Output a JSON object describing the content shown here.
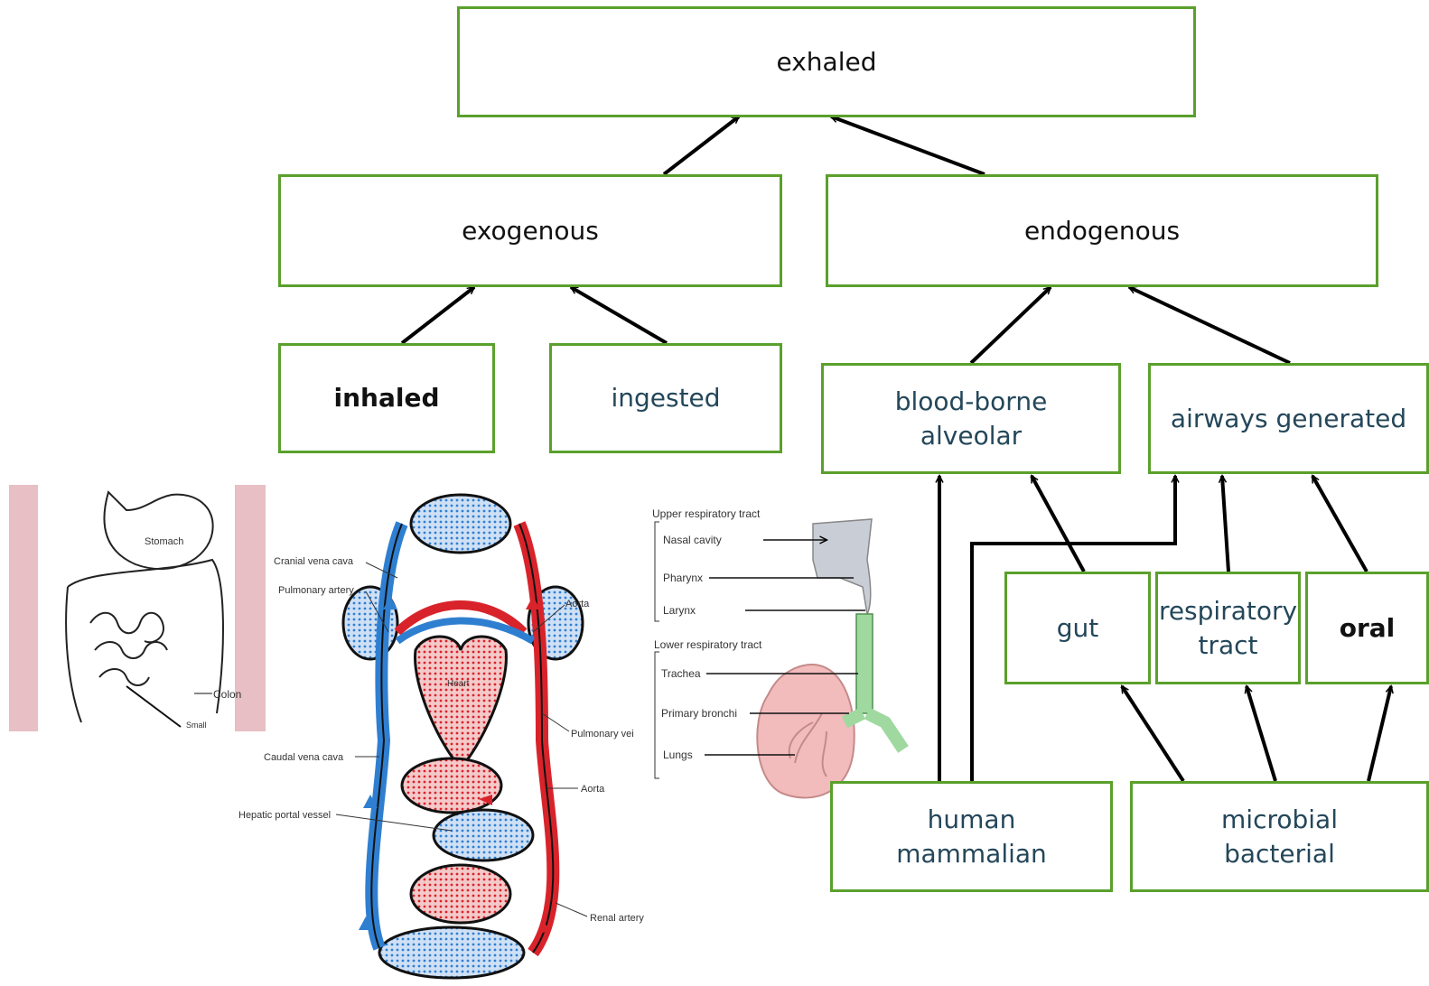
{
  "nodes": {
    "exhaled": "exhaled",
    "exogenous": "exogenous",
    "endogenous": "endogenous",
    "inhaled": "inhaled",
    "ingested": "ingested",
    "blood_borne": "blood-borne\nalveolar",
    "airways": "airways generated",
    "gut": "gut",
    "respiratory": "respiratory\ntract",
    "oral": "oral",
    "human": "human\nmammalian",
    "microbial": "microbial\nbacterial"
  },
  "images": {
    "digestive": {
      "stomach": "Stomach",
      "colon": "Colon",
      "small": "Small"
    },
    "circulatory": {
      "cranial_vena_cava": "Cranial vena cava",
      "pulmonary_artery": "Pulmonary artery",
      "aorta_top": "Aorta",
      "heart": "Heart",
      "pulmonary_vein": "Pulmonary vei",
      "caudal_vena_cava": "Caudal vena cava",
      "aorta_mid": "Aorta",
      "hepatic_portal_vessel": "Hepatic portal vessel",
      "renal_artery": "Renal artery"
    },
    "respiratory": {
      "upper": "Upper respiratory tract",
      "nasal": "Nasal cavity",
      "pharynx": "Pharynx",
      "larynx": "Larynx",
      "lower": "Lower respiratory tract",
      "trachea": "Trachea",
      "bronchi": "Primary bronchi",
      "lungs": "Lungs"
    }
  },
  "colors": {
    "box_border": "#5aa02c",
    "text": "#24475a",
    "blood_red": "#d9232b",
    "blood_blue": "#2f7fd1",
    "lung_pink": "#f2bcbc",
    "airway_green": "#9fd9a0",
    "skin_pink": "#e8bfc4"
  }
}
